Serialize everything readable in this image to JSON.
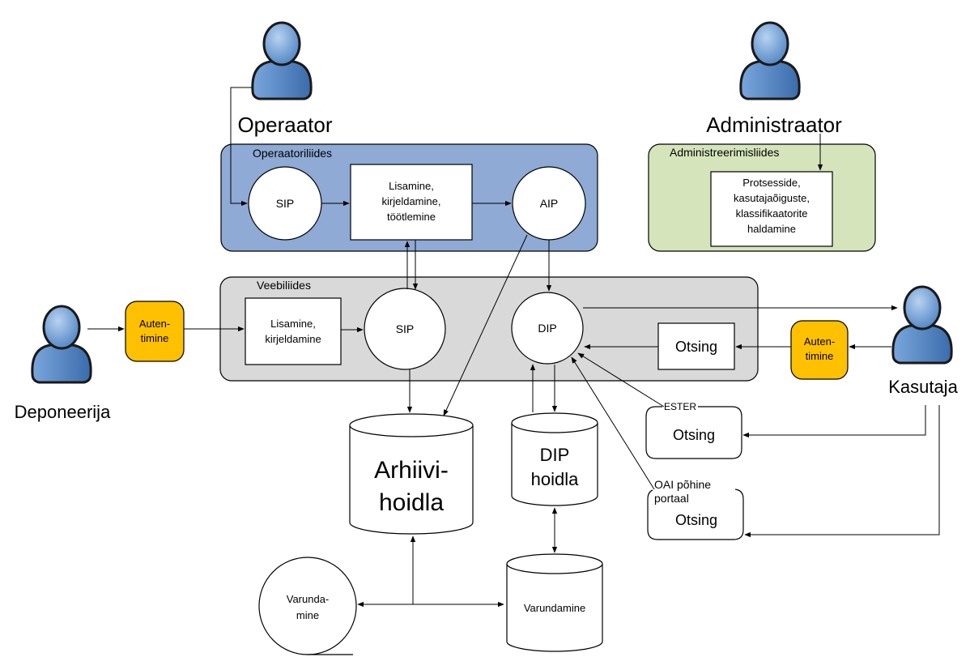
{
  "actors": {
    "operator": "Operaator",
    "administrator": "Administraator",
    "depositor": "Deponeerija",
    "user": "Kasutaja"
  },
  "panels": {
    "operator_interface": "Operaatoriliides",
    "admin_interface": "Administreerimisliides",
    "web_interface": "Veebiliides"
  },
  "nodes": {
    "op_sip": "SIP",
    "op_process": [
      "Lisamine,",
      "kirjeldamine,",
      "töötlemine"
    ],
    "op_aip": "AIP",
    "admin_box": [
      "Protsesside,",
      "kasutajaõiguste,",
      "klassifikaatorite",
      "haldamine"
    ],
    "web_add": [
      "Lisamine,",
      "kirjeldamine"
    ],
    "web_sip": "SIP",
    "web_dip": "DIP",
    "web_search": "Otsing",
    "auth_left": [
      "Auten-",
      "timine"
    ],
    "auth_right": [
      "Auten-",
      "timine"
    ],
    "ester_title": "ESTER",
    "ester_search": "Otsing",
    "oai_title": [
      "OAI põhine",
      "portaal"
    ],
    "oai_search": "Otsing",
    "archive_store": [
      "Arhiivi-",
      "hoidla"
    ],
    "dip_store": [
      "DIP",
      "hoidla"
    ],
    "backup_store": "Varundamine",
    "backup_tape": [
      "Varunda-",
      "mine"
    ]
  },
  "colors": {
    "operator_panel": "#8eaad5",
    "admin_panel": "#d6e4bc",
    "web_panel": "#d9d9d9",
    "auth_box": "#ffc000",
    "person_body": "#5b8fcf",
    "person_dark": "#2e5f9a"
  }
}
